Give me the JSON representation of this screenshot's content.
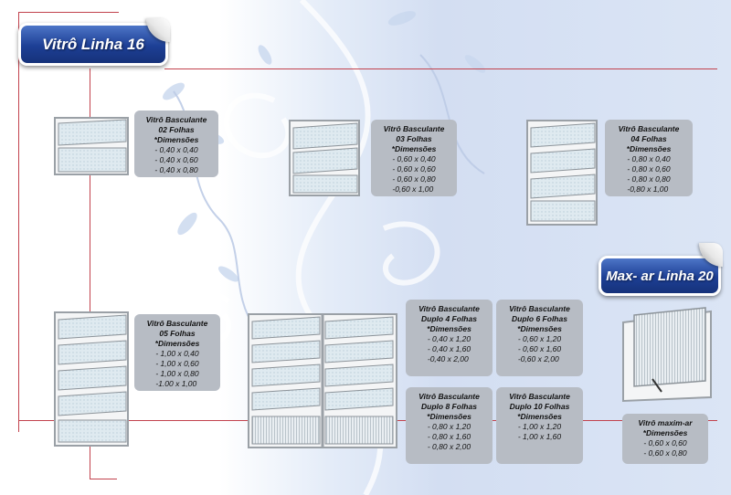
{
  "headers": {
    "vitro": "Vitrô Linha 16",
    "maxar": "Max- ar Linha 20"
  },
  "colors": {
    "header_blue": "#1d3f95",
    "rule_red": "#c2424d",
    "box_gray": "#b7bcc4"
  },
  "products": [
    {
      "title1": "Vitrô Basculante",
      "title2": "02 Folhas",
      "dim_label": "*Dimensões",
      "dims": [
        "- 0,40 x 0,40",
        "- 0,40 x 0,60",
        "- 0,40 x 0,80"
      ]
    },
    {
      "title1": "Vitrô Basculante",
      "title2": "03 Folhas",
      "dim_label": "*Dimensões",
      "dims": [
        "- 0,60 x 0,40",
        "- 0,60 x 0,60",
        "- 0,60 x 0,80",
        "-0,60 x 1,00"
      ]
    },
    {
      "title1": "Vitrô Basculante",
      "title2": "04 Folhas",
      "dim_label": "*Dimensões",
      "dims": [
        "- 0,80 x 0,40",
        "- 0,80 x 0,60",
        "- 0,80 x 0,80",
        "-0,80 x 1,00"
      ]
    },
    {
      "title1": "Vitrô Basculante",
      "title2": "05 Folhas",
      "dim_label": "*Dimensões",
      "dims": [
        "- 1,00 x 0,40",
        "- 1,00 x 0,60",
        "- 1,00 x 0,80",
        "-1.00 x 1,00"
      ]
    },
    {
      "title1": "Vitrô Basculante",
      "title2": "Duplo 4 Folhas",
      "dim_label": "*Dimensões",
      "dims": [
        "- 0,40 x 1,20",
        "- 0,40 x 1,60",
        "-0,40 x 2,00"
      ]
    },
    {
      "title1": "Vitrô Basculante",
      "title2": "Duplo 6 Folhas",
      "dim_label": "*Dimensões",
      "dims": [
        "- 0,60 x 1,20",
        "- 0,60 x 1,60",
        "-0,60 x 2,00"
      ]
    },
    {
      "title1": "Vitrô Basculante",
      "title2": "Duplo 8 Folhas",
      "dim_label": "*Dimensões",
      "dims": [
        "- 0,80 x 1,20",
        "- 0,80 x 1,60",
        "- 0,80 x 2,00"
      ]
    },
    {
      "title1": "Vitrô Basculante",
      "title2": "Duplo 10 Folhas",
      "dim_label": "*Dimensões",
      "dims": [
        "- 1,00 x 1,20",
        "- 1,00 x 1,60"
      ]
    },
    {
      "title1": "Vitrô maxim-ar",
      "title2": "",
      "dim_label": "*Dimensões",
      "dims": [
        "- 0,60 x 0,60",
        "- 0,60 x 0,80"
      ]
    }
  ]
}
